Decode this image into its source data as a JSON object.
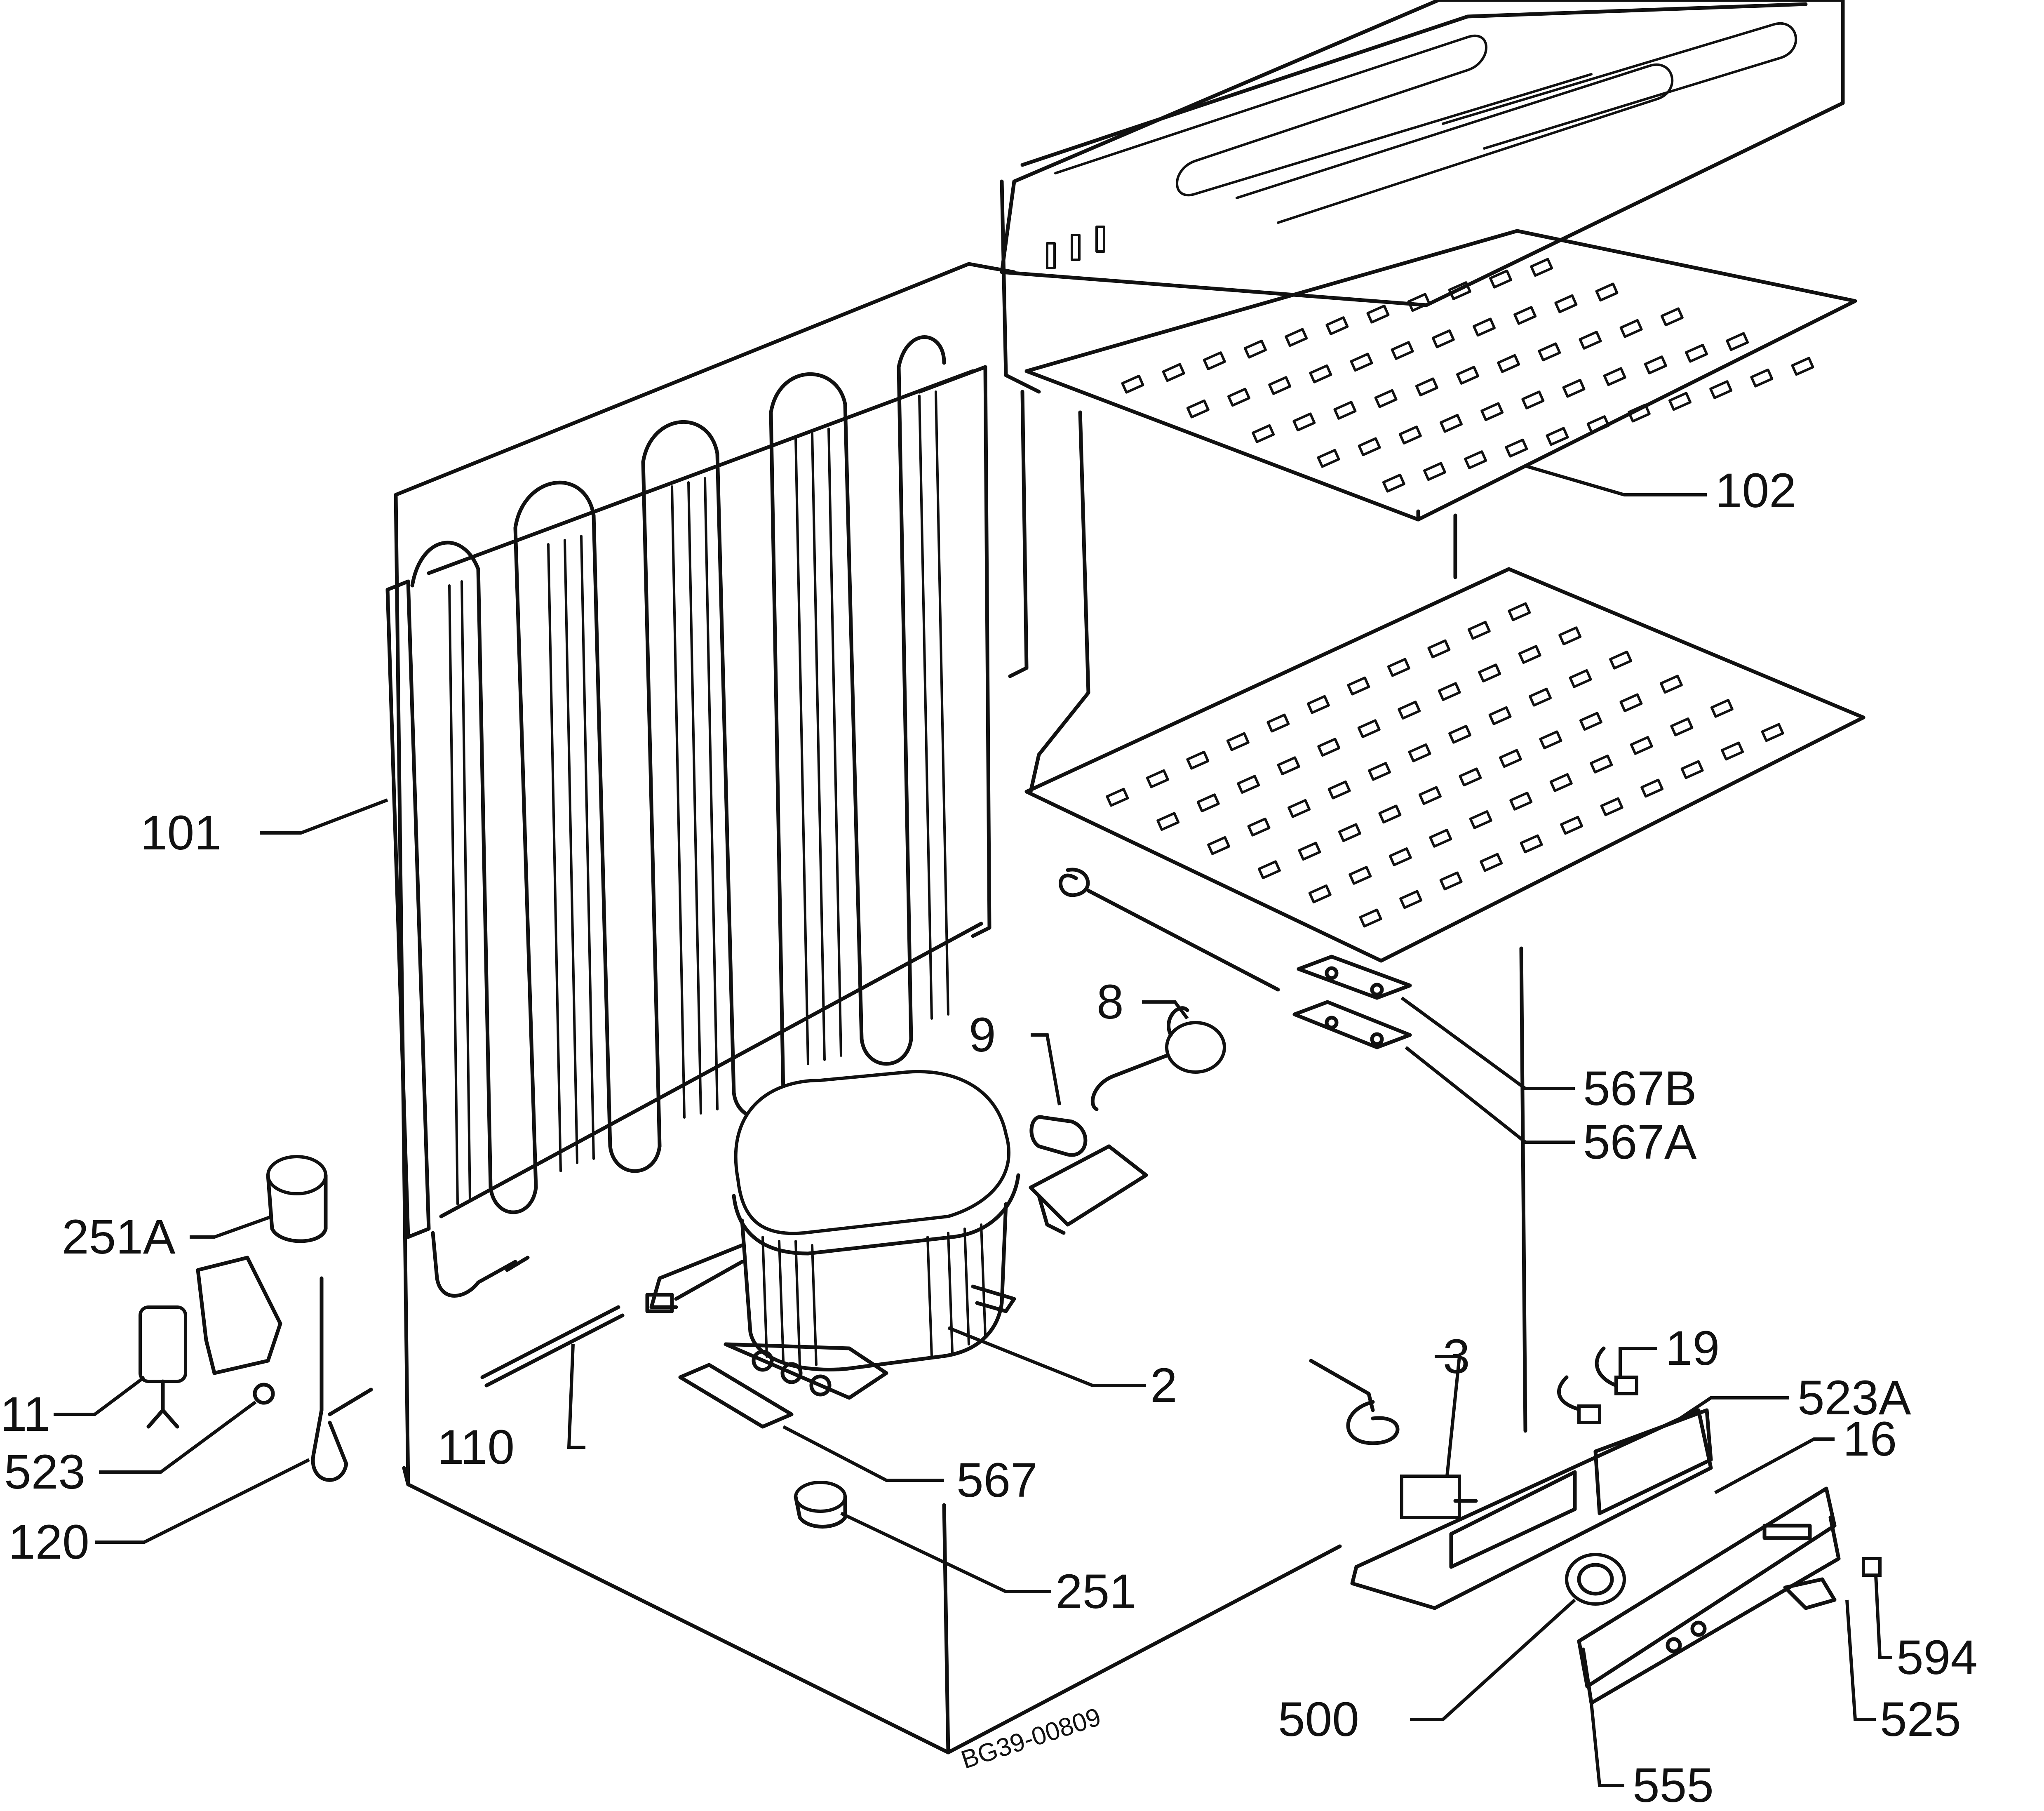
{
  "diagram": {
    "labels": {
      "l101": "101",
      "l102": "102",
      "l251A": "251A",
      "l11": "11",
      "l523": "523",
      "l120": "120",
      "l110": "110",
      "l567": "567",
      "l251": "251",
      "l2": "2",
      "l9": "9",
      "l8": "8",
      "l567B": "567B",
      "l567A": "567A",
      "l3": "3",
      "l19": "19",
      "l523A": "523A",
      "l16": "16",
      "l500": "500",
      "l594": "594",
      "l525": "525",
      "l555": "555"
    },
    "drawing_code": "BG39-00809"
  }
}
